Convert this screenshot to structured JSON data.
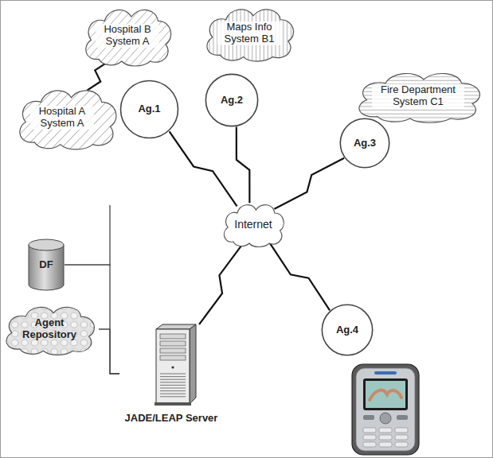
{
  "diagram": {
    "nodes": [
      {
        "text": [
          "Hospital B System A"
        ]
      },
      {
        "text": [
          "Maps Info System B1"
        ]
      },
      {
        "text": [
          "Fire Department System C1"
        ]
      },
      {
        "text": [
          "Hospital A System A"
        ]
      },
      {
        "text": [
          "Ag.1"
        ]
      },
      {
        "text": [
          "Ag.2"
        ]
      },
      {
        "text": [
          "Ag.3"
        ]
      },
      {
        "text": [
          "Internet"
        ]
      },
      {
        "text": [
          "DF"
        ]
      },
      {
        "text": [
          "Agent Repository"
        ]
      },
      {
        "text": [
          "Ag.4"
        ]
      },
      {
        "text": [
          "JADE/LEAP Server"
        ]
      }
    ],
    "edges": [
      {
        "from": 3,
        "to": 0,
        "arrow": "none"
      },
      {
        "from": 4,
        "to": 7,
        "arrow": "none"
      },
      {
        "from": 5,
        "to": 7,
        "arrow": "none"
      },
      {
        "from": 6,
        "to": 7,
        "arrow": "none"
      },
      {
        "from": 7,
        "to": 11,
        "arrow": "none"
      },
      {
        "from": 7,
        "to": 10,
        "arrow": "none"
      },
      {
        "from": 8,
        "to": 11,
        "arrow": "none"
      },
      {
        "from": 9,
        "to": 11,
        "arrow": "none"
      }
    ]
  }
}
